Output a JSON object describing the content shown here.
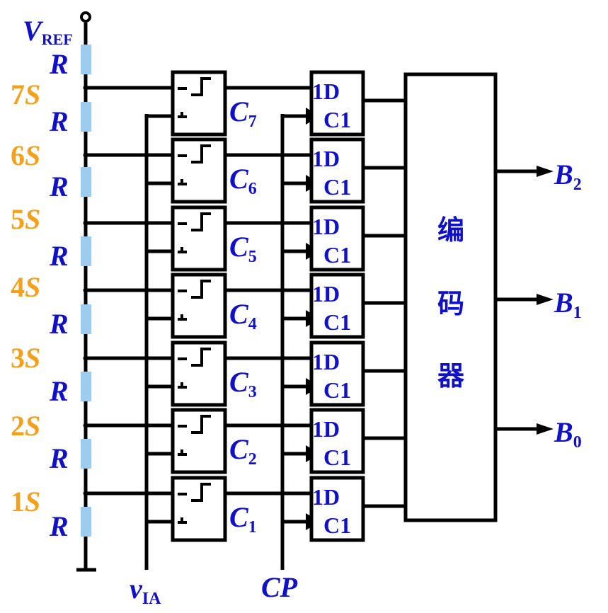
{
  "colors": {
    "wire": "#000000",
    "label": "#1010c8",
    "tap_label": "#f5a01a",
    "resistor": "#9ecbf0"
  },
  "vref": {
    "main": "V",
    "sub": "REF"
  },
  "resistor_label": "R",
  "taps": [
    {
      "num": "7",
      "sym": "S"
    },
    {
      "num": "6",
      "sym": "S"
    },
    {
      "num": "5",
      "sym": "S"
    },
    {
      "num": "4",
      "sym": "S"
    },
    {
      "num": "3",
      "sym": "S"
    },
    {
      "num": "2",
      "sym": "S"
    },
    {
      "num": "1",
      "sym": "S"
    }
  ],
  "comparators": [
    {
      "main": "C",
      "sub": "7"
    },
    {
      "main": "C",
      "sub": "6"
    },
    {
      "main": "C",
      "sub": "5"
    },
    {
      "main": "C",
      "sub": "4"
    },
    {
      "main": "C",
      "sub": "3"
    },
    {
      "main": "C",
      "sub": "2"
    },
    {
      "main": "C",
      "sub": "1"
    }
  ],
  "comparator_inputs": {
    "minus": "-",
    "plus": "+"
  },
  "flipflop": {
    "d_label": "1D",
    "c_label": "C1"
  },
  "encoder_chars": [
    "编",
    "码",
    "器"
  ],
  "outputs": [
    {
      "main": "B",
      "sub": "2"
    },
    {
      "main": "B",
      "sub": "1"
    },
    {
      "main": "B",
      "sub": "0"
    }
  ],
  "input_label": {
    "main": "v",
    "sub": "IA"
  },
  "clock_label": "CP"
}
